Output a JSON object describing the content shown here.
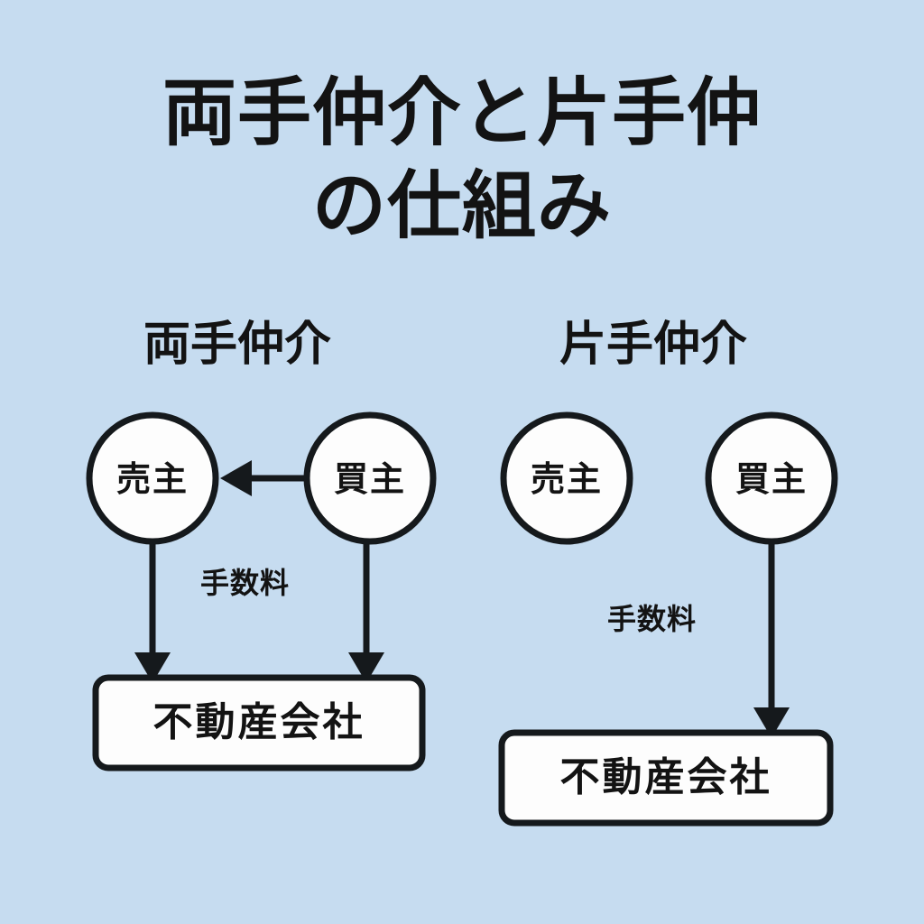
{
  "page": {
    "background_color": "#c6dcf0",
    "ink_color": "#15191c",
    "node_fill_color": "#fdfdfd"
  },
  "title": {
    "full_text": "両手仲介と片手仲の仕組み",
    "line1": "両手仲介と片手仲",
    "line2": "の仕組み"
  },
  "diagrams": [
    {
      "id": "ryoute",
      "heading": "両手仲介",
      "nodes": {
        "seller": "売主",
        "buyer": "買主",
        "agency": "不動産会社"
      },
      "fee_label": "手数料",
      "edges": [
        {
          "from": "買主",
          "to": "売主",
          "direction": "left",
          "label": ""
        },
        {
          "from": "売主",
          "to": "不動産会社",
          "direction": "down",
          "label": "手数料"
        },
        {
          "from": "買主",
          "to": "不動産会社",
          "direction": "down",
          "label": "手数料"
        }
      ]
    },
    {
      "id": "katate",
      "heading": "片手仲介",
      "nodes": {
        "seller": "売主",
        "buyer": "買主",
        "agency": "不動産会社"
      },
      "fee_label": "手数料",
      "edges": [
        {
          "from": "買主",
          "to": "不動産会社",
          "direction": "down",
          "label": "手数料"
        }
      ]
    }
  ]
}
